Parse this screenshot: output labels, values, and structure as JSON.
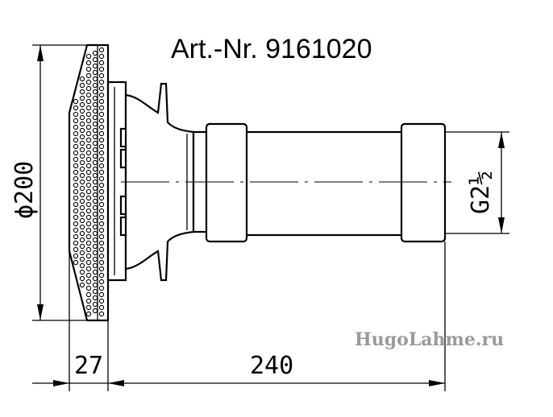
{
  "title": "Art.-Nr. 9161020",
  "dimensions": {
    "diameter": "ϕ200",
    "thread": "G2½",
    "rose_depth": "27",
    "overall_length": "240"
  },
  "watermark": "HugoLahme.ru"
}
